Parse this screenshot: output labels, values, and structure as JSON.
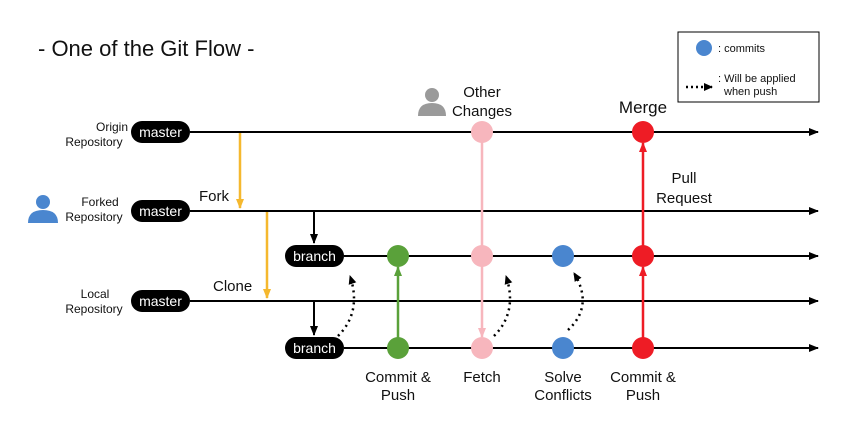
{
  "title": "- One of the Git Flow -",
  "legend": {
    "commits": ": commits",
    "applied_line1": ": Will be applied",
    "applied_line2": "when push"
  },
  "rows": {
    "origin": {
      "label_line1": "Origin",
      "label_line2": "Repository",
      "pill": "master"
    },
    "forked": {
      "label_line1": "Forked",
      "label_line2": "Repository",
      "pill": "master"
    },
    "local": {
      "label_line1": "Local",
      "label_line2": "Repository",
      "pill": "master"
    },
    "branch_upper": {
      "pill": "branch"
    },
    "branch_lower": {
      "pill": "branch"
    }
  },
  "labels": {
    "fork": "Fork",
    "clone": "Clone",
    "other_changes_line1": "Other",
    "other_changes_line2": "Changes",
    "merge": "Merge",
    "pull_request_line1": "Pull",
    "pull_request_line2": "Request",
    "commit_push_1_line1": "Commit &",
    "commit_push_1_line2": "Push",
    "fetch": "Fetch",
    "solve_line1": "Solve",
    "solve_line2": "Conflicts",
    "commit_push_2_line1": "Commit &",
    "commit_push_2_line2": "Push"
  },
  "colors": {
    "line": "#000000",
    "fork_clone_arrow": "#f5b82e",
    "green": "#5aa13a",
    "pink": "#f7b6bd",
    "blue": "#4a86cf",
    "red": "#ee1c25",
    "person_gray": "#9a9a9a",
    "person_blue": "#4a86cf"
  }
}
